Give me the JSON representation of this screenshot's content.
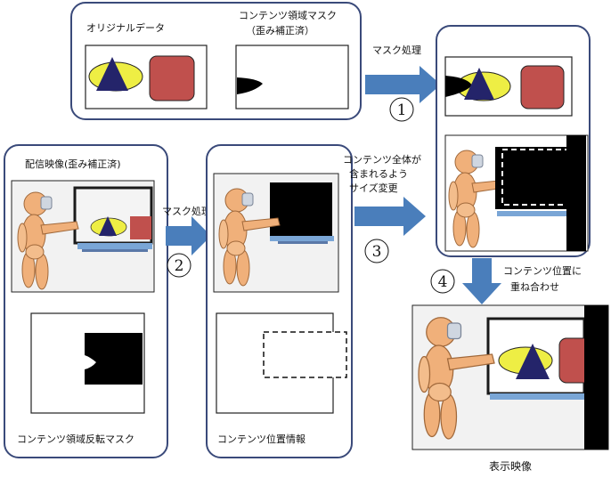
{
  "labels": {
    "original_data": "オリジナルデータ",
    "content_mask_line1": "コンテンツ領域マスク",
    "content_mask_line2": "（歪み補正済）",
    "mask_process_top": "マスク処理",
    "delivery_video": "配信映像(歪み補正済)",
    "mask_process_mid": "マスク処理",
    "resize_line1": "コンテンツ全体が",
    "resize_line2": "含まれるよう",
    "resize_line3": "サイズ変更",
    "overlay_line1": "コンテンツ位置に",
    "overlay_line2": "重ね合わせ",
    "inverted_mask": "コンテンツ領域反転マスク",
    "position_info": "コンテンツ位置情報",
    "display_video": "表示映像"
  },
  "steps": {
    "step1": "1",
    "step2": "2",
    "step3": "3",
    "step4": "4"
  },
  "colors": {
    "arrow": "#4a7ebb",
    "ellipse": "#eeee44",
    "triangle": "#24246a",
    "square": "#c0504d",
    "panel_border": "#3a4a7a",
    "figure_body": "#f0b07a"
  }
}
